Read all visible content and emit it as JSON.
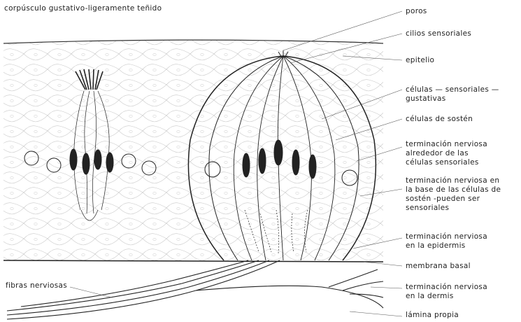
{
  "figure": {
    "caption_left": "corpúsculo gustativo-ligeramente teñido",
    "fibers_label": "fibras nerviosas",
    "labels": {
      "poros": "poros",
      "cilios": "cilios sensoriales",
      "epitelio": "epitelio",
      "celulas_sensoriales": [
        "células — sensoriales —",
        "gustativas"
      ],
      "sosten": "células de sostén",
      "term_alrededor": [
        "terminación nerviosa",
        "alrededor de las",
        "células sensoriales"
      ],
      "term_base": [
        "terminación nerviosa en",
        "la base de las células de",
        "sostén -pueden ser",
        "sensoriales"
      ],
      "term_epidermis": [
        "terminación nerviosa",
        "en la epidermis"
      ],
      "membrana": "membrana basal",
      "term_dermis": [
        "terminación nerviosa",
        "en la dermis"
      ],
      "lamina": "lámina propia"
    }
  },
  "colors": {
    "ink": "#1e1e1e",
    "background": "#ffffff",
    "cell_fill": "#2a2a2a"
  }
}
